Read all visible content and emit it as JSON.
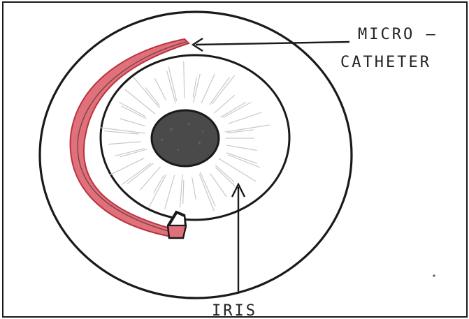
{
  "labels": {
    "micro_line1": "MICRO —",
    "micro_line2": "CATHETER",
    "iris": "IRIS"
  },
  "colors": {
    "ink": "#1a1a1a",
    "catheter_fill": "#e0707a",
    "catheter_stroke": "#b8323f",
    "pupil": "#4a4a4a",
    "iris_rays": "#c9c9c9",
    "background": "#ffffff"
  }
}
